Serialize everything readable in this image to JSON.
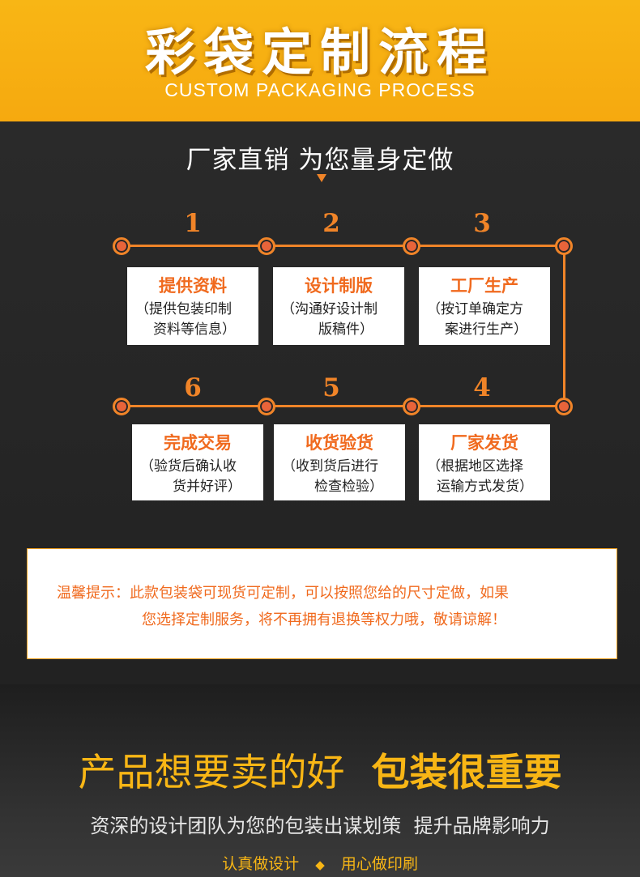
{
  "banner": {
    "title": "彩袋定制流程",
    "subtitle": "CUSTOM PACKAGING PROCESS"
  },
  "process": {
    "heading": "厂家直销 为您量身定做",
    "steps": [
      {
        "num": "1",
        "title": "提供资料",
        "desc1": "（提供包装印制",
        "desc2": "资料等信息）"
      },
      {
        "num": "2",
        "title": "设计制版",
        "desc1": "（沟通好设计制",
        "desc2": "版稿件）"
      },
      {
        "num": "3",
        "title": "工厂生产",
        "desc1": "（按订单确定方",
        "desc2": "案进行生产）"
      },
      {
        "num": "4",
        "title": "厂家发货",
        "desc1": "（根据地区选择",
        "desc2": "运输方式发货）"
      },
      {
        "num": "5",
        "title": "收货验货",
        "desc1": "（收到货后进行",
        "desc2": "检查检验）"
      },
      {
        "num": "6",
        "title": "完成交易",
        "desc1": "（验货后确认收",
        "desc2": "货并好评）"
      }
    ]
  },
  "notice": {
    "line1": "温馨提示：此款包装袋可现货可定制，可以按照您给的尺寸定做，如果",
    "line2": "您选择定制服务，将不再拥有退换等权力哦，敬请谅解！"
  },
  "promo": {
    "slogan_light": "产品想要卖的好",
    "slogan_bold": "包装很重要",
    "tagline": "资深的设计团队为您的包装出谋划策  提升品牌影响力",
    "footer_left": "认真做设计",
    "footer_sep": "◆",
    "footer_right": "用心做印刷"
  },
  "colors": {
    "banner": "#f8b615",
    "accent": "#f08428",
    "step_title": "#f06a1e",
    "background": "#262626"
  }
}
